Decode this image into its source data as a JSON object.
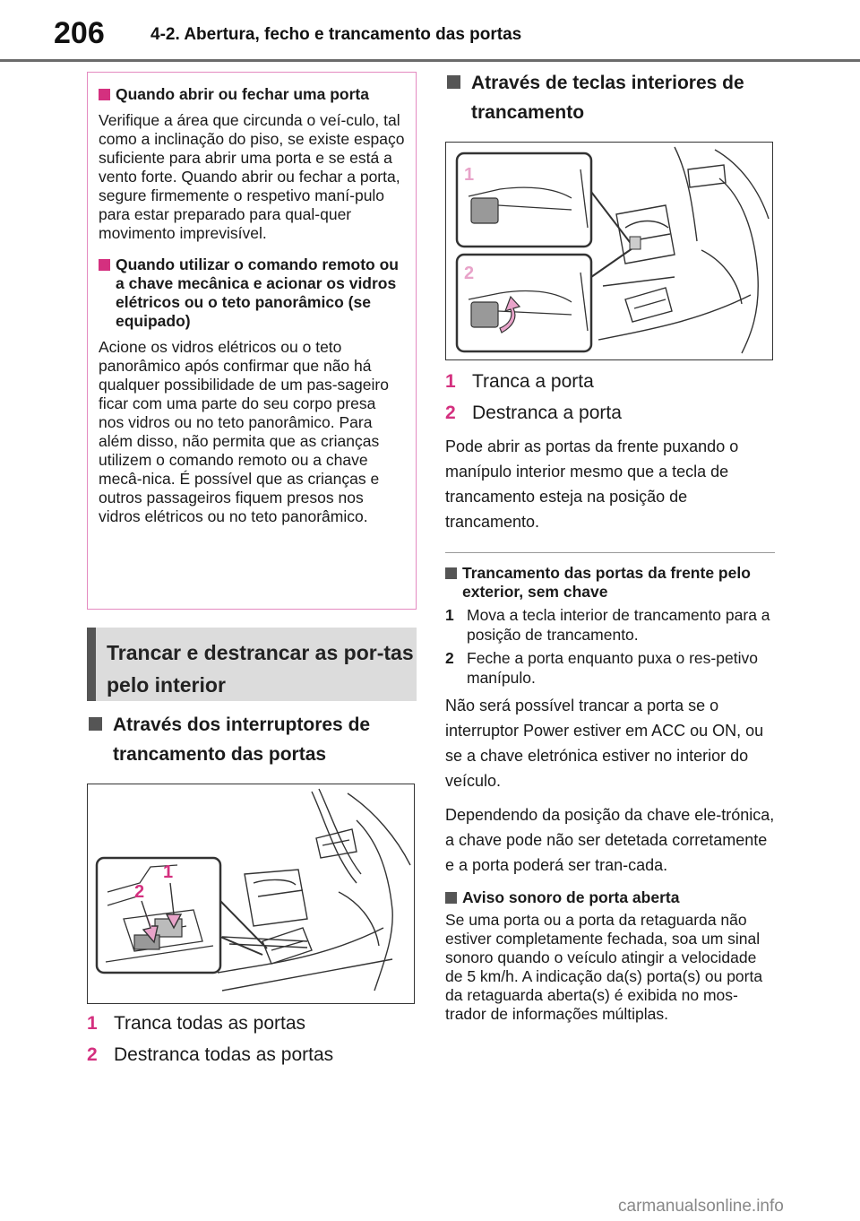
{
  "header": {
    "page_number": "206",
    "chapter_title": "4-2. Abertura, fecho e trancamento das portas"
  },
  "note_box": {
    "item1_title": "Quando abrir ou fechar uma porta",
    "item1_text": "Verifique a área que circunda o veí-culo, tal como a inclinação do piso, se existe espaço suficiente para abrir uma porta e se está a vento forte. Quando abrir ou fechar a porta, segure firmemente o respetivo maní-pulo para estar preparado para qual-quer movimento imprevisível.",
    "item2_title": "Quando utilizar o comando remoto ou a chave mecânica e acionar os vidros elétricos ou o teto panorâmico (se equipado)",
    "item2_text": "Acione os vidros elétricos ou o teto panorâmico após confirmar que não há qualquer possibilidade de um pas-sageiro ficar com uma parte do seu corpo presa nos vidros ou no teto panorâmico. Para além disso, não permita que as crianças utilizem o comando remoto ou a chave mecâ-nica. É possível que as crianças e outros passageiros fiquem presos nos vidros elétricos ou no teto panorâmico."
  },
  "section": {
    "title": "Trancar e destrancar as por-tas pelo interior"
  },
  "left_col": {
    "heading": "Através dos interruptores de trancamento das portas",
    "illus_label_1": "1",
    "illus_label_2": "2",
    "item1_num": "1",
    "item1_text": "Tranca todas as portas",
    "item2_num": "2",
    "item2_text": "Destranca todas as portas"
  },
  "right_col": {
    "heading": "Através de teclas interiores de trancamento",
    "illus_label_1": "1",
    "illus_label_2": "2",
    "item1_num": "1",
    "item1_text": "Tranca a porta",
    "item2_num": "2",
    "item2_text": "Destranca a porta",
    "para1": "Pode abrir as portas da frente puxando o manípulo interior mesmo que a tecla de trancamento esteja na posição de trancamento.",
    "sub1_title": "Trancamento das portas da frente pelo exterior, sem chave",
    "step1_num": "1",
    "step1_text": "Mova a tecla interior de trancamento para a posição de trancamento.",
    "step2_num": "2",
    "step2_text": "Feche a porta enquanto puxa o res-petivo manípulo.",
    "para2": "Não será possível trancar a porta se o interruptor Power estiver em ACC ou ON, ou se a chave eletrónica estiver no interior do veículo.",
    "para3": "Dependendo da posição da chave ele-trónica, a chave pode não ser detetada corretamente e a porta poderá ser tran-cada.",
    "sub2_title": "Aviso sonoro de porta aberta",
    "para4": "Se uma porta ou a porta da retaguarda não estiver completamente fechada, soa um sinal sonoro quando o veículo atingir a velocidade de 5 km/h. A indicação da(s) porta(s) ou porta da retaguarda aberta(s) é exibida no mos-trador de informações múltiplas."
  },
  "watermark": "carmanualsonline.info",
  "colors": {
    "accent": "#d4307f",
    "box_border": "#e48ac0",
    "section_bg": "#dcdcdc"
  }
}
